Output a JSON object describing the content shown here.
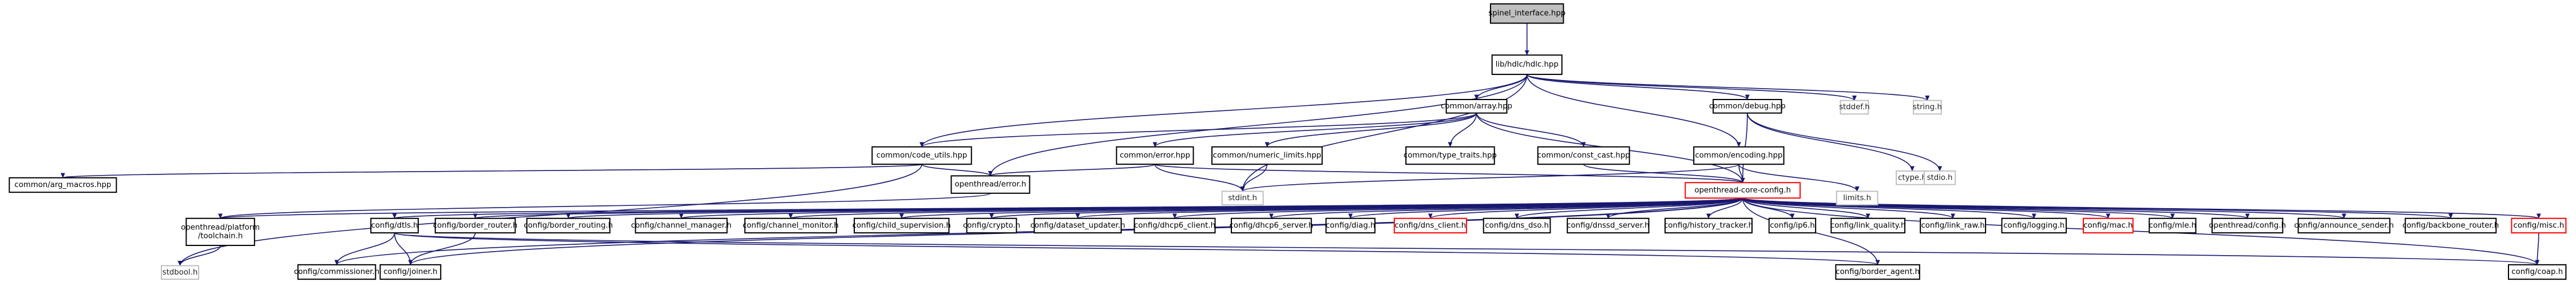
{
  "diagram": {
    "nodes": [
      {
        "id": "spinel_interface",
        "label": "spinel_interface.hpp",
        "style": "root"
      },
      {
        "id": "hdlc",
        "label": "lib/hdlc/hdlc.hpp",
        "style": "normal"
      },
      {
        "id": "array",
        "label": "common/array.hpp",
        "style": "normal"
      },
      {
        "id": "debug",
        "label": "common/debug.hpp",
        "style": "normal"
      },
      {
        "id": "stddef",
        "label": "stddef.h",
        "style": "leaf"
      },
      {
        "id": "string",
        "label": "string.h",
        "style": "leaf"
      },
      {
        "id": "code_utils",
        "label": "common/code_utils.hpp",
        "style": "normal"
      },
      {
        "id": "error_hpp",
        "label": "common/error.hpp",
        "style": "normal"
      },
      {
        "id": "numeric_limits",
        "label": "common/numeric_limits.hpp",
        "style": "normal"
      },
      {
        "id": "type_traits",
        "label": "common/type_traits.hpp",
        "style": "normal"
      },
      {
        "id": "const_cast",
        "label": "common/const_cast.hpp",
        "style": "normal"
      },
      {
        "id": "encoding",
        "label": "common/encoding.hpp",
        "style": "normal"
      },
      {
        "id": "ctype",
        "label": "ctype.h",
        "style": "leaf"
      },
      {
        "id": "stdio",
        "label": "stdio.h",
        "style": "leaf"
      },
      {
        "id": "arg_macros",
        "label": "common/arg_macros.hpp",
        "style": "normal"
      },
      {
        "id": "ot_error",
        "label": "openthread/error.h",
        "style": "normal"
      },
      {
        "id": "stdint",
        "label": "stdint.h",
        "style": "leaf"
      },
      {
        "id": "core_config",
        "label": "openthread-core-config.h",
        "style": "red"
      },
      {
        "id": "limits",
        "label": "limits.h",
        "style": "leaf"
      },
      {
        "id": "toolchain",
        "label": "openthread/platform\n/toolchain.h",
        "style": "normal"
      },
      {
        "id": "stdbool",
        "label": "stdbool.h",
        "style": "leaf"
      },
      {
        "id": "cfg_dtls",
        "label": "config/dtls.h",
        "style": "normal"
      },
      {
        "id": "cfg_border_router",
        "label": "config/border_router.h",
        "style": "normal"
      },
      {
        "id": "cfg_border_routing",
        "label": "config/border_routing.h",
        "style": "normal"
      },
      {
        "id": "cfg_channel_manager",
        "label": "config/channel_manager.h",
        "style": "normal"
      },
      {
        "id": "cfg_channel_monitor",
        "label": "config/channel_monitor.h",
        "style": "normal"
      },
      {
        "id": "cfg_child_supervision",
        "label": "config/child_supervision.h",
        "style": "normal"
      },
      {
        "id": "cfg_crypto",
        "label": "config/crypto.h",
        "style": "normal"
      },
      {
        "id": "cfg_dataset_updater",
        "label": "config/dataset_updater.h",
        "style": "normal"
      },
      {
        "id": "cfg_dhcp6_client",
        "label": "config/dhcp6_client.h",
        "style": "normal"
      },
      {
        "id": "cfg_dhcp6_server",
        "label": "config/dhcp6_server.h",
        "style": "normal"
      },
      {
        "id": "cfg_diag",
        "label": "config/diag.h",
        "style": "normal"
      },
      {
        "id": "cfg_dns_client",
        "label": "config/dns_client.h",
        "style": "red"
      },
      {
        "id": "cfg_dns_dso",
        "label": "config/dns_dso.h",
        "style": "normal"
      },
      {
        "id": "cfg_dnssd_server",
        "label": "config/dnssd_server.h",
        "style": "normal"
      },
      {
        "id": "cfg_history_tracker",
        "label": "config/history_tracker.h",
        "style": "normal"
      },
      {
        "id": "cfg_ip6",
        "label": "config/ip6.h",
        "style": "normal"
      },
      {
        "id": "cfg_link_quality",
        "label": "config/link_quality.h",
        "style": "normal"
      },
      {
        "id": "cfg_link_raw",
        "label": "config/link_raw.h",
        "style": "normal"
      },
      {
        "id": "cfg_logging",
        "label": "config/logging.h",
        "style": "normal"
      },
      {
        "id": "cfg_mac",
        "label": "config/mac.h",
        "style": "red"
      },
      {
        "id": "cfg_mle",
        "label": "config/mle.h",
        "style": "normal"
      },
      {
        "id": "cfg_ot_config",
        "label": "openthread/config.h",
        "style": "normal"
      },
      {
        "id": "cfg_announce_sender",
        "label": "config/announce_sender.h",
        "style": "normal"
      },
      {
        "id": "cfg_backbone_router",
        "label": "config/backbone_router.h",
        "style": "normal"
      },
      {
        "id": "cfg_misc",
        "label": "config/misc.h",
        "style": "red"
      },
      {
        "id": "cfg_commissioner",
        "label": "config/commissioner.h",
        "style": "normal"
      },
      {
        "id": "cfg_joiner",
        "label": "config/joiner.h",
        "style": "normal"
      },
      {
        "id": "cfg_border_agent",
        "label": "config/border_agent.h",
        "style": "normal"
      },
      {
        "id": "cfg_coap",
        "label": "config/coap.h",
        "style": "normal"
      }
    ],
    "edges": [
      [
        "spinel_interface",
        "hdlc"
      ],
      [
        "hdlc",
        "array"
      ],
      [
        "hdlc",
        "debug"
      ],
      [
        "hdlc",
        "stddef"
      ],
      [
        "hdlc",
        "string"
      ],
      [
        "hdlc",
        "code_utils"
      ],
      [
        "hdlc",
        "encoding"
      ],
      [
        "hdlc",
        "ot_error"
      ],
      [
        "hdlc",
        "stdint"
      ],
      [
        "array",
        "code_utils"
      ],
      [
        "array",
        "error_hpp"
      ],
      [
        "array",
        "numeric_limits"
      ],
      [
        "array",
        "type_traits"
      ],
      [
        "array",
        "const_cast"
      ],
      [
        "array",
        "core_config"
      ],
      [
        "debug",
        "ctype"
      ],
      [
        "debug",
        "stdio"
      ],
      [
        "debug",
        "core_config"
      ],
      [
        "code_utils",
        "arg_macros"
      ],
      [
        "code_utils",
        "ot_error"
      ],
      [
        "code_utils",
        "stdbool"
      ],
      [
        "error_hpp",
        "ot_error"
      ],
      [
        "error_hpp",
        "stdint"
      ],
      [
        "error_hpp",
        "core_config"
      ],
      [
        "numeric_limits",
        "stdint"
      ],
      [
        "const_cast",
        "core_config"
      ],
      [
        "encoding",
        "limits"
      ],
      [
        "encoding",
        "stdint"
      ],
      [
        "encoding",
        "core_config"
      ],
      [
        "ot_error",
        "toolchain"
      ],
      [
        "toolchain",
        "stdbool"
      ],
      [
        "core_config",
        "toolchain"
      ],
      [
        "core_config",
        "cfg_dtls"
      ],
      [
        "core_config",
        "cfg_border_router"
      ],
      [
        "core_config",
        "cfg_border_routing"
      ],
      [
        "core_config",
        "cfg_channel_manager"
      ],
      [
        "core_config",
        "cfg_channel_monitor"
      ],
      [
        "core_config",
        "cfg_child_supervision"
      ],
      [
        "core_config",
        "cfg_crypto"
      ],
      [
        "core_config",
        "cfg_dataset_updater"
      ],
      [
        "core_config",
        "cfg_dhcp6_client"
      ],
      [
        "core_config",
        "cfg_dhcp6_server"
      ],
      [
        "core_config",
        "cfg_diag"
      ],
      [
        "core_config",
        "cfg_dns_client"
      ],
      [
        "core_config",
        "cfg_dns_dso"
      ],
      [
        "core_config",
        "cfg_dnssd_server"
      ],
      [
        "core_config",
        "cfg_history_tracker"
      ],
      [
        "core_config",
        "cfg_ip6"
      ],
      [
        "core_config",
        "cfg_link_quality"
      ],
      [
        "core_config",
        "cfg_link_raw"
      ],
      [
        "core_config",
        "cfg_logging"
      ],
      [
        "core_config",
        "cfg_mac"
      ],
      [
        "core_config",
        "cfg_mle"
      ],
      [
        "core_config",
        "cfg_ot_config"
      ],
      [
        "core_config",
        "cfg_announce_sender"
      ],
      [
        "core_config",
        "cfg_backbone_router"
      ],
      [
        "core_config",
        "cfg_misc"
      ],
      [
        "core_config",
        "cfg_commissioner"
      ],
      [
        "core_config",
        "cfg_joiner"
      ],
      [
        "core_config",
        "cfg_border_agent"
      ],
      [
        "core_config",
        "cfg_coap"
      ],
      [
        "cfg_dtls",
        "cfg_commissioner"
      ],
      [
        "cfg_dtls",
        "cfg_joiner"
      ],
      [
        "cfg_dtls",
        "cfg_border_agent"
      ],
      [
        "cfg_dtls",
        "cfg_coap"
      ],
      [
        "cfg_border_router",
        "cfg_joiner"
      ],
      [
        "cfg_misc",
        "cfg_coap"
      ]
    ]
  }
}
